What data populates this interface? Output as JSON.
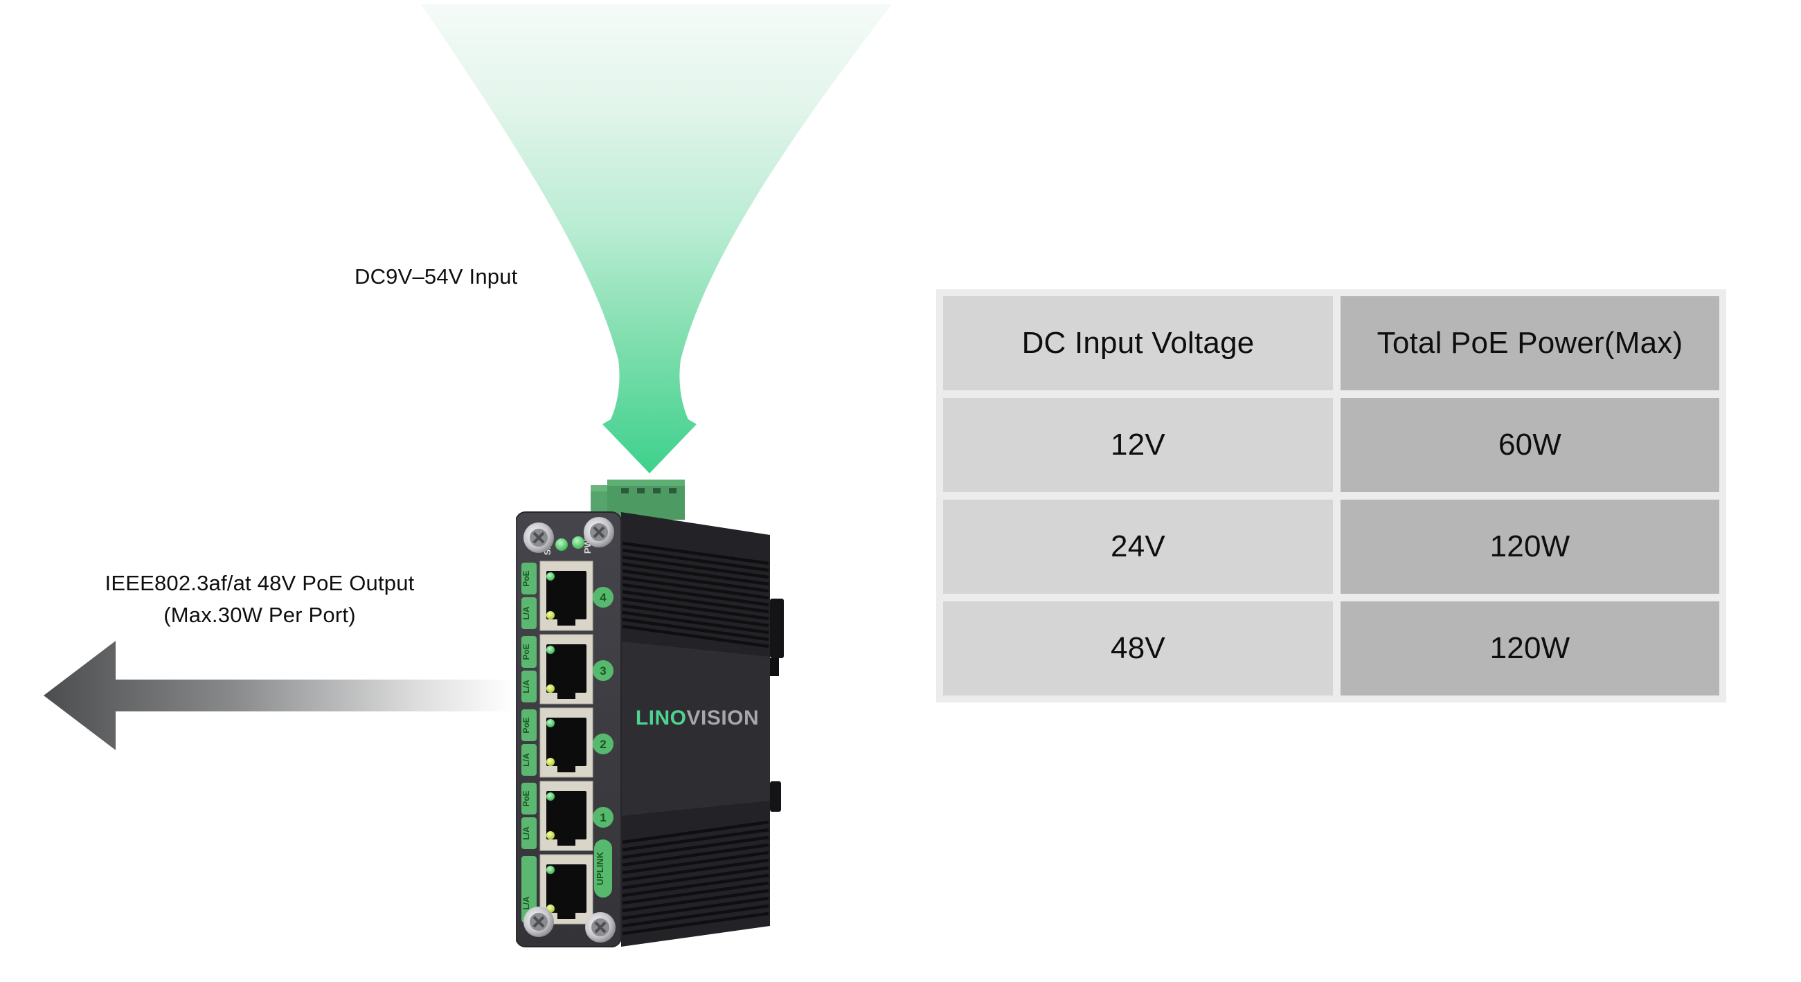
{
  "colors": {
    "input_green": "#3ed18c",
    "input_green_light": "#f3fbf7",
    "output_gray_dark": "#4c4d4f",
    "brand_green": "#4ed392",
    "brand_gray": "#a7a7aa",
    "device_label_green": "#56b96d",
    "table_frame": "#ececec",
    "table_col1_bg": "#d5d5d5",
    "table_col2_bg": "#b6b6b6"
  },
  "input_flow": {
    "label": "DC9V–54V Input"
  },
  "output_flow": {
    "label_line1": "IEEE802.3af/at 48V PoE Output",
    "label_line2": "(Max.30W Per Port)"
  },
  "device": {
    "brand_green_text": "LINO",
    "brand_gray_text": "VISION",
    "led_labels": [
      "SPD",
      "PWR"
    ],
    "port_numbers": [
      "4",
      "3",
      "2",
      "1"
    ],
    "uplink_label": "UPLINK",
    "port_label_poe": "PoE",
    "port_label_la": "L/A"
  },
  "table": {
    "headers": [
      "DC Input Voltage",
      "Total PoE Power(Max)"
    ],
    "rows": [
      [
        "12V",
        "60W"
      ],
      [
        "24V",
        "120W"
      ],
      [
        "48V",
        "120W"
      ]
    ]
  }
}
